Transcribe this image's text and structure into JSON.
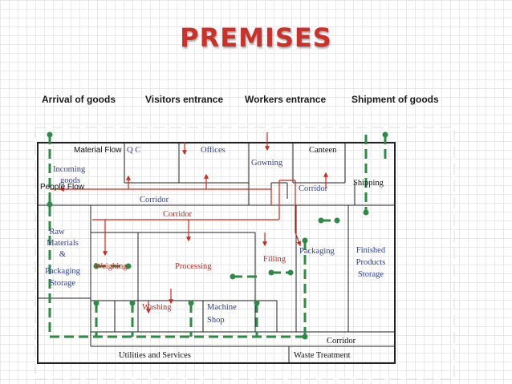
{
  "title": "PREMISES",
  "headers": {
    "arrival": "Arrival of goods",
    "visitors": "Visitors entrance",
    "workers": "Workers entrance",
    "shipment": "Shipment of goods"
  },
  "legend": {
    "material_flow": "Material Flow",
    "people_flow": "People Flow"
  },
  "rooms": {
    "qc": "Q C",
    "offices": "Offices",
    "gowning": "Gowning",
    "canteen": "Canteen",
    "incoming_goods": [
      "Incoming",
      "goods"
    ],
    "shipping": "Shipping",
    "corridor_upper": "Corridor",
    "corridor_right": "Corridor",
    "corridor_red": "Corridor",
    "raw_materials": [
      "Raw",
      "Materials",
      "&",
      "Packaging",
      "Storage"
    ],
    "weighing": "Weighing",
    "processing": "Processing",
    "filling": "Filling",
    "packaging": "Packaging",
    "finished_products": [
      "Finished",
      "Products",
      "Storage"
    ],
    "washing": "Washing",
    "machine_shop": [
      "Machine",
      "Shop"
    ],
    "corridor_bottom": "Corridor",
    "utilities": "Utilities and Services",
    "waste": "Waste Treatment"
  },
  "colors": {
    "title": "#c9322b",
    "blue_label": "#2b3ea8",
    "red_label": "#c8281e",
    "material_flow": "#2e8b46",
    "people_flow": "#d2261e",
    "walls": "#222222"
  }
}
